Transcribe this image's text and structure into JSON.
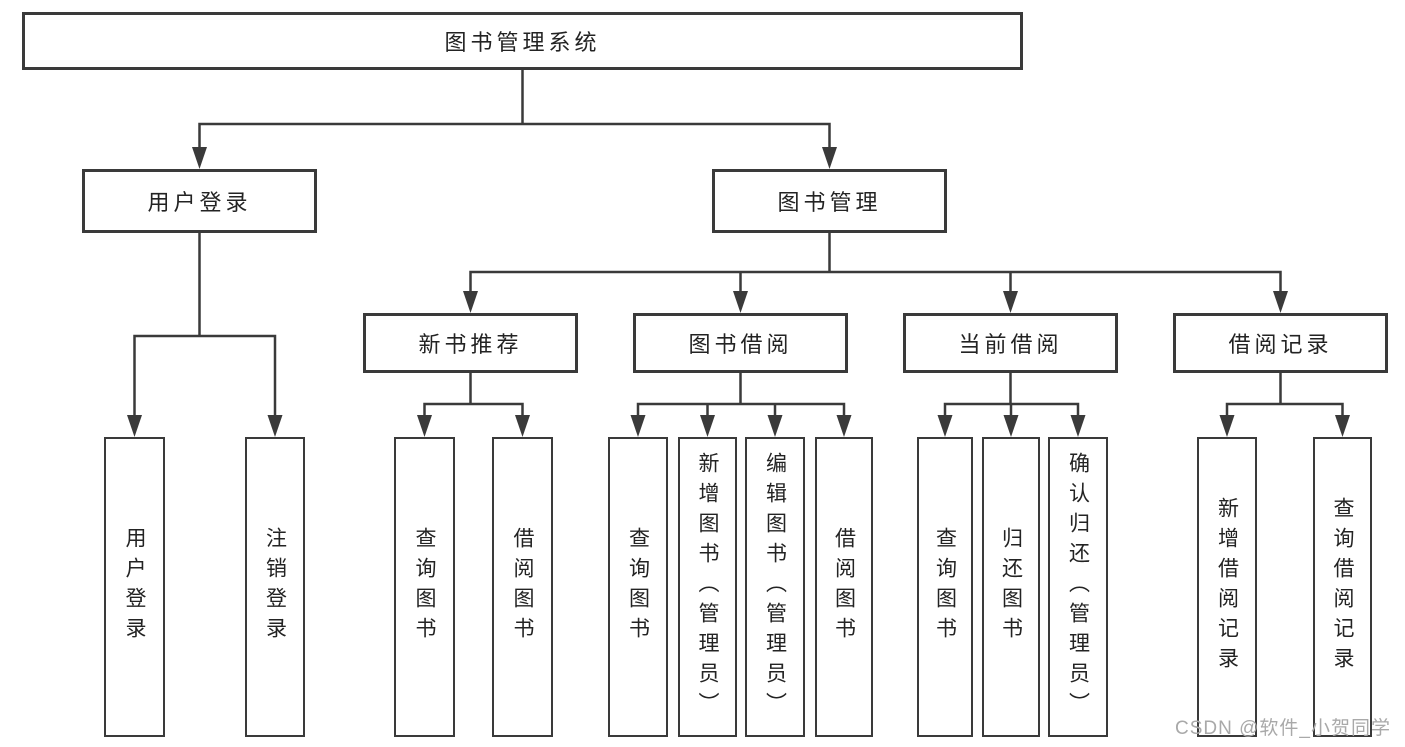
{
  "tree": {
    "root": "图书管理系统",
    "children": [
      {
        "label": "用户登录",
        "children": [
          "用户登录",
          "注销登录"
        ]
      },
      {
        "label": "图书管理",
        "children": [
          {
            "label": "新书推荐",
            "children": [
              "查询图书",
              "借阅图书"
            ]
          },
          {
            "label": "图书借阅",
            "children": [
              "查询图书",
              "新增图书（管理员）",
              "编辑图书（管理员）",
              "借阅图书"
            ]
          },
          {
            "label": "当前借阅",
            "children": [
              "查询图书",
              "归还图书",
              "确认归还（管理员）"
            ]
          },
          {
            "label": "借阅记录",
            "children": [
              "新增借阅记录",
              "查询借阅记录"
            ]
          }
        ]
      }
    ]
  },
  "watermark": "CSDN @软件_小贺同学",
  "colors": {
    "line": "#3a3a3a",
    "text": "#232323",
    "box_background": "#ffffff",
    "watermark": "#a9a9a9"
  }
}
